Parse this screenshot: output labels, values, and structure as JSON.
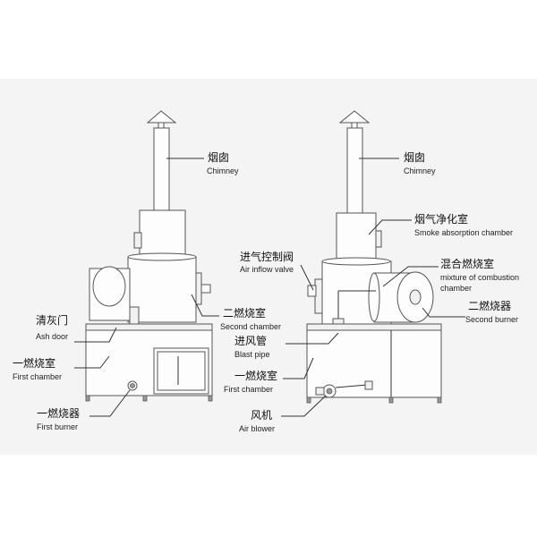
{
  "diagram": {
    "left_unit": {
      "chimney": {
        "zh": "烟囱",
        "en": "Chimney"
      },
      "second_chamber": {
        "zh": "二燃烧室",
        "en": "Second chamber"
      },
      "ash_door": {
        "zh": "清灰门",
        "en": "Ash door"
      },
      "first_chamber": {
        "zh": "一燃烧室",
        "en": "First chamber"
      },
      "first_burner": {
        "zh": "一燃烧器",
        "en": "First burner"
      }
    },
    "right_unit": {
      "chimney": {
        "zh": "烟囱",
        "en": "Chimney"
      },
      "smoke_absorption": {
        "zh": "烟气净化室",
        "en": "Smoke absorption chamber"
      },
      "air_inflow_valve": {
        "zh": "进气控制阀",
        "en": "Air inflow valve"
      },
      "mixture_chamber": {
        "zh": "混合燃烧室",
        "en1": "mixture of combustion",
        "en2": "chamber"
      },
      "second_burner": {
        "zh": "二燃烧器",
        "en": "Second burner"
      },
      "blast_pipe": {
        "zh": "进风管",
        "en": "Blast pipe"
      },
      "first_chamber": {
        "zh": "一燃烧室",
        "en": "First chamber"
      },
      "air_blower": {
        "zh": "风机",
        "en": "Air blower"
      }
    }
  }
}
